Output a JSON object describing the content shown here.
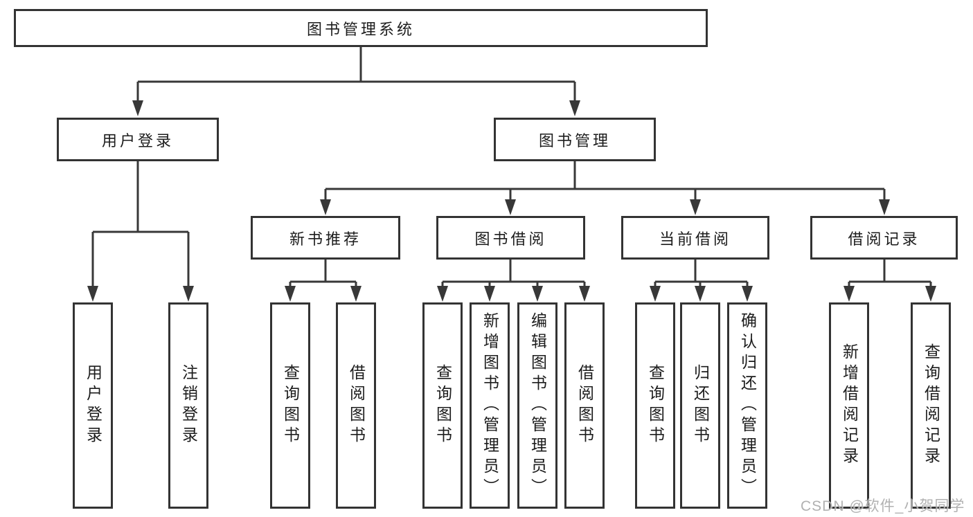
{
  "diagram": {
    "title": "图书管理系统",
    "tree": {
      "label": "图书管理系统",
      "children": [
        {
          "label": "用户登录",
          "children": [
            {
              "label": "用户登录"
            },
            {
              "label": "注销登录"
            }
          ]
        },
        {
          "label": "图书管理",
          "children": [
            {
              "label": "新书推荐",
              "children": [
                {
                  "label": "查询图书"
                },
                {
                  "label": "借阅图书"
                }
              ]
            },
            {
              "label": "图书借阅",
              "children": [
                {
                  "label": "查询图书"
                },
                {
                  "label": "新增图书（管理员）"
                },
                {
                  "label": "编辑图书（管理员）"
                },
                {
                  "label": "借阅图书"
                }
              ]
            },
            {
              "label": "当前借阅",
              "children": [
                {
                  "label": "查询图书"
                },
                {
                  "label": "归还图书"
                },
                {
                  "label": "确认归还（管理员）"
                }
              ]
            },
            {
              "label": "借阅记录",
              "children": [
                {
                  "label": "新增借阅记录"
                },
                {
                  "label": "查询借阅记录"
                }
              ]
            }
          ]
        }
      ]
    },
    "colors": {
      "line": "#383838",
      "box_border": "#333333",
      "text": "#1c1c1c",
      "background": "#ffffff",
      "watermark": "#aaaaaa"
    }
  },
  "watermark": {
    "text": "CSDN @软件_小贺同学"
  }
}
